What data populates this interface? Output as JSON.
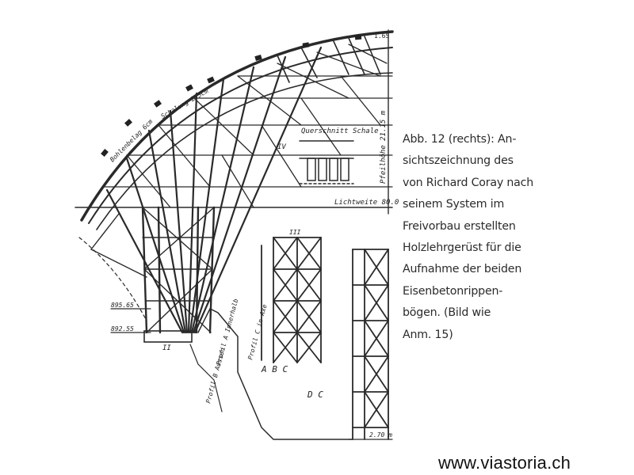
{
  "caption": {
    "lines": [
      "Abb. 12 (rechts): An-",
      "sichtszeichnung des",
      "von Richard Coray nach",
      "seinem System im",
      "Freivorbau erstellten",
      "Holzlehrgerüst für die",
      "Aufnahme der beiden",
      "Eisenbetonrippen-",
      "bögen. (Bild wie",
      "Anm. 15)"
    ]
  },
  "footer": {
    "url": "www.viastoria.ch"
  },
  "drawing": {
    "labels": {
      "querschnitt": "Querschnitt Schale",
      "lichtweite": "Lichtweite 80.0",
      "pfeilhoehe": "Pfeilhöhe 21.15 m",
      "schalung": "Schalung 2.5cm",
      "bohlenbelag": "Bohlenbelag 6cm",
      "top_dim": "1.65",
      "elev_1": "895.65",
      "elev_2": "892.55",
      "width_dim": "2.70 m",
      "profile_a": "Profil A Innerhalb",
      "profile_c": "Profil C in Axe",
      "profile_b": "Profil B Aussen",
      "marker_iv": "IV",
      "marker_ii": "II",
      "marker_iii": "III",
      "letters_abc": "A B C",
      "letters_dc": "D C"
    }
  }
}
